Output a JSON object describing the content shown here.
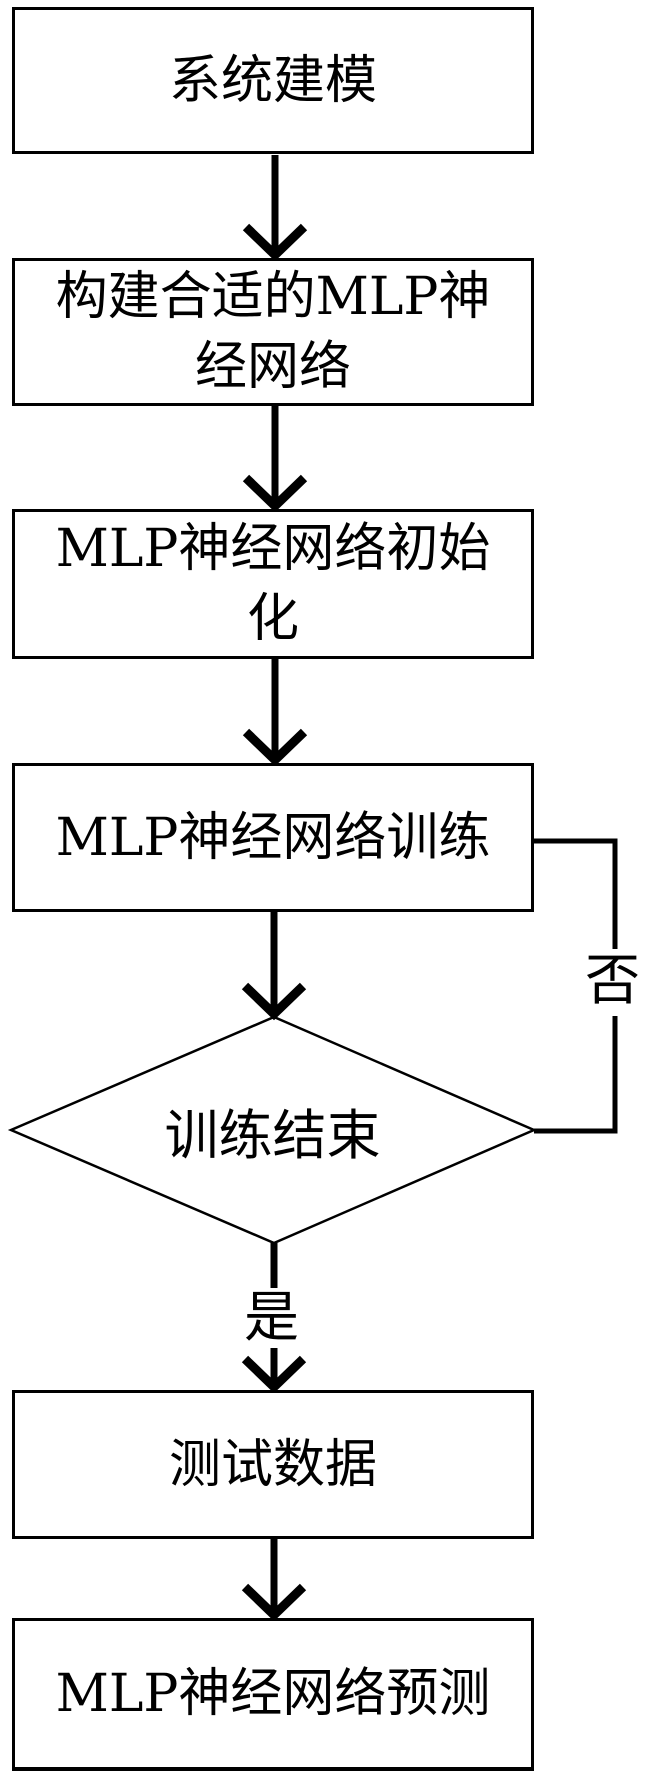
{
  "flow": {
    "title_implicit": "MLP neural network flowchart",
    "colors": {
      "stroke": "#000000",
      "fill": "#ffffff"
    },
    "nodes": [
      {
        "id": "system-modeling",
        "type": "process",
        "lines": [
          "系统建模"
        ]
      },
      {
        "id": "build-mlp-network",
        "type": "process",
        "lines": [
          "构建合适的MLP神",
          "经网络"
        ]
      },
      {
        "id": "mlp-initialization",
        "type": "process",
        "lines": [
          "MLP神经网络初始",
          "化"
        ]
      },
      {
        "id": "mlp-training",
        "type": "process",
        "lines": [
          "MLP神经网络训练"
        ]
      },
      {
        "id": "training-finished",
        "type": "decision",
        "lines": [
          "训练结束"
        ]
      },
      {
        "id": "test-data",
        "type": "process",
        "lines": [
          "测试数据"
        ]
      },
      {
        "id": "mlp-prediction",
        "type": "process",
        "lines": [
          "MLP神经网络预测"
        ]
      }
    ],
    "edge_labels": {
      "no": "否",
      "yes": "是"
    }
  }
}
